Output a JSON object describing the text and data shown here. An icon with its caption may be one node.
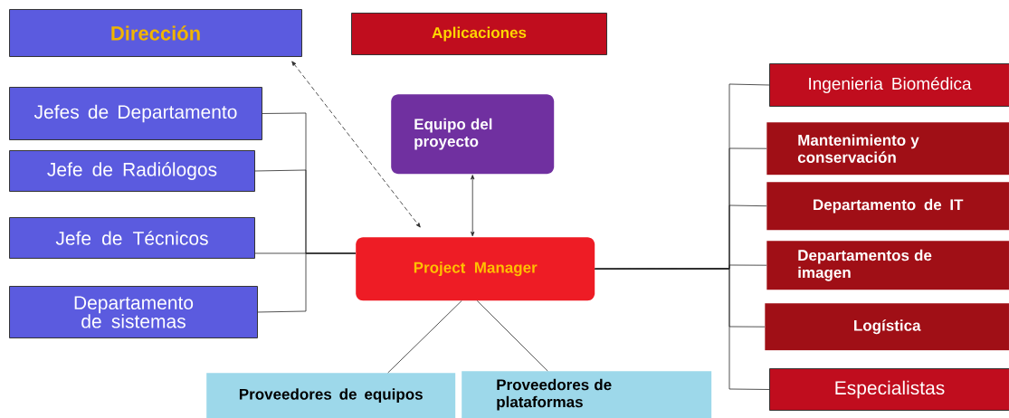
{
  "diagram": {
    "nodes": [
      {
        "text": [
          "Dirección"
        ]
      },
      {
        "text": [
          "Aplicaciones"
        ]
      },
      {
        "text": [
          "Jefes de Departamento"
        ]
      },
      {
        "text": [
          "Jefe de Radiólogos"
        ]
      },
      {
        "text": [
          "Jefe de Técnicos"
        ]
      },
      {
        "text": [
          "Departamento de sistemas"
        ]
      },
      {
        "text": [
          "Equipo del proyecto"
        ]
      },
      {
        "text": [
          "Project Manager"
        ]
      },
      {
        "text": [
          "Ingenieria Biomédica"
        ]
      },
      {
        "text": [
          "Mantenimiento y conservación"
        ]
      },
      {
        "text": [
          "Departamento de IT"
        ]
      },
      {
        "text": [
          "Departamentos de imagen"
        ]
      },
      {
        "text": [
          "Logística"
        ]
      },
      {
        "text": [
          "Especialistas"
        ]
      },
      {
        "text": [
          "Proveedores de equipos"
        ]
      },
      {
        "text": [
          "Proveedores de plataformas"
        ]
      }
    ],
    "edges": [
      {
        "from": 0,
        "to": 7,
        "arrow": "both",
        "style": "dashed"
      },
      {
        "from": 6,
        "to": 7,
        "arrow": "both"
      },
      {
        "from": 2,
        "to": 7,
        "arrow": "none"
      },
      {
        "from": 3,
        "to": 7,
        "arrow": "none"
      },
      {
        "from": 4,
        "to": 7,
        "arrow": "none"
      },
      {
        "from": 5,
        "to": 7,
        "arrow": "none"
      },
      {
        "from": 7,
        "to": 8,
        "arrow": "none"
      },
      {
        "from": 7,
        "to": 9,
        "arrow": "none"
      },
      {
        "from": 7,
        "to": 10,
        "arrow": "none"
      },
      {
        "from": 7,
        "to": 11,
        "arrow": "none"
      },
      {
        "from": 7,
        "to": 12,
        "arrow": "none"
      },
      {
        "from": 7,
        "to": 13,
        "arrow": "none"
      },
      {
        "from": 7,
        "to": 14,
        "arrow": "none"
      },
      {
        "from": 7,
        "to": 15,
        "arrow": "none"
      }
    ]
  }
}
